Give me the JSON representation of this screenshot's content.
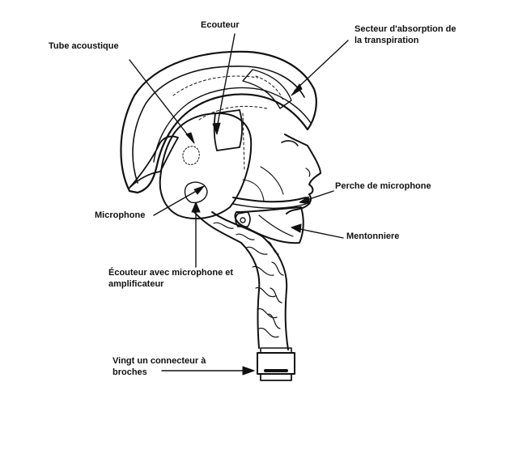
{
  "labels": {
    "ecouteur": "Ecouteur",
    "tube_acoustique": "Tube acoustique",
    "secteur_absorption": [
      "Secteur d'absorption de",
      "la transpiration"
    ],
    "perche_microphone": "Perche de microphone",
    "microphone": "Microphone",
    "mentonniere": "Mentonniere",
    "ecouteur_avec_microphone": [
      "Écouteur avec microphone et",
      "amplificateur"
    ],
    "connecteur": [
      "Vingt un connecteur à",
      "broches"
    ]
  }
}
